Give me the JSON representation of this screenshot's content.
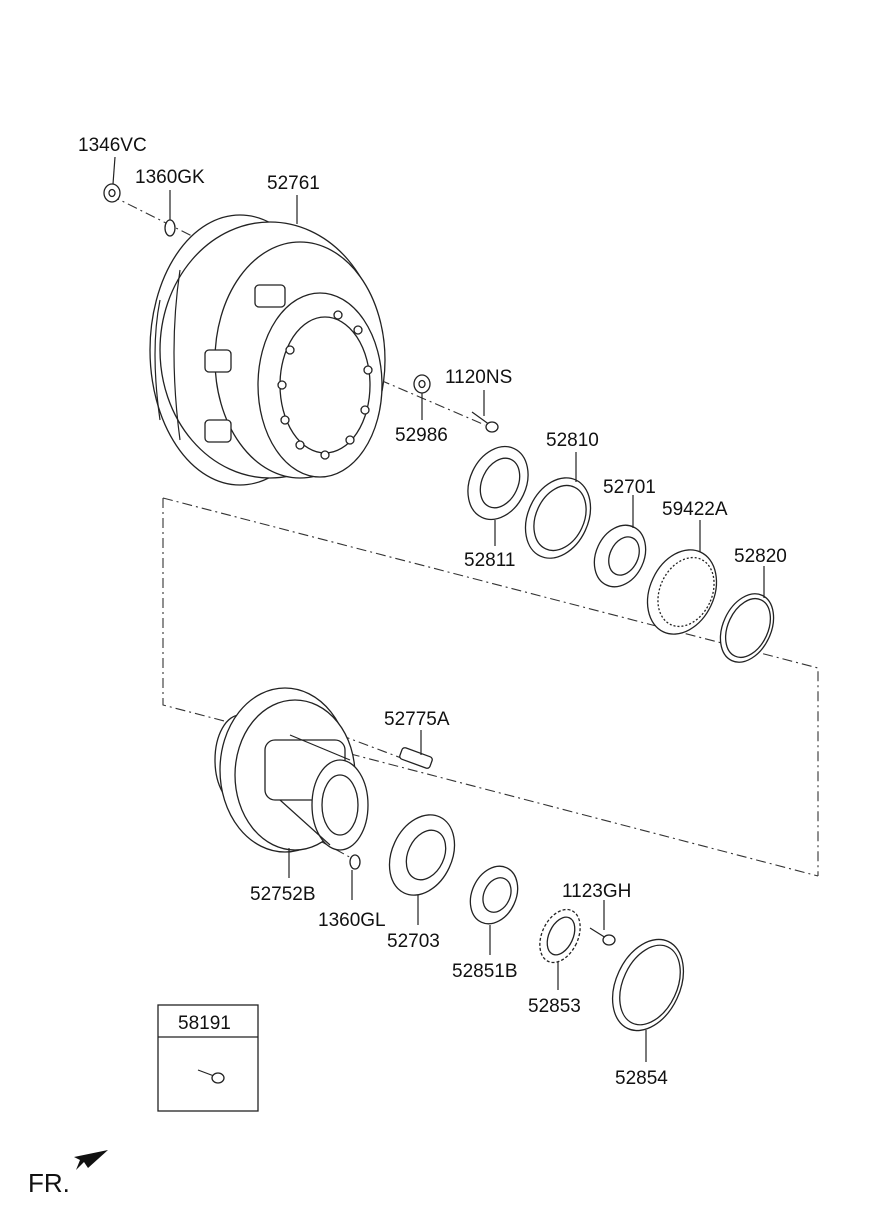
{
  "diagram": {
    "parts": {
      "p1346VC": "1346VC",
      "p1360GK": "1360GK",
      "p52761": "52761",
      "p1120NS": "1120NS",
      "p52986": "52986",
      "p52810": "52810",
      "p52811": "52811",
      "p52701": "52701",
      "p59422A": "59422A",
      "p52820": "52820",
      "p52775A": "52775A",
      "p52752B": "52752B",
      "p1360GL": "1360GL",
      "p52703": "52703",
      "p52851B": "52851B",
      "p1123GH": "1123GH",
      "p52853": "52853",
      "p52854": "52854",
      "p58191": "58191"
    },
    "direction_label": "FR."
  }
}
